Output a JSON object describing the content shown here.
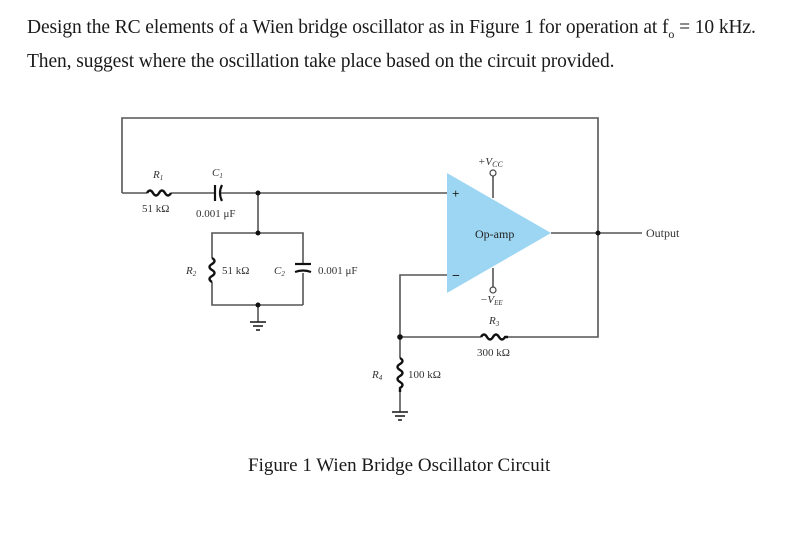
{
  "question": {
    "text_part1": "Design the RC elements of a Wien bridge oscillator as in Figure 1 for operation at f",
    "subscript": "o",
    "text_part2": " = 10 kHz. Then, suggest where the oscillation take place based on the circuit provided."
  },
  "figure": {
    "caption": "Figure 1 Wien Bridge Oscillator Circuit",
    "colors": {
      "opamp_fill": "#9dd6f2",
      "wire": "#555555"
    },
    "components": {
      "R1": {
        "name": "R",
        "sub": "1",
        "value": "51 kΩ"
      },
      "C1": {
        "name": "C",
        "sub": "1",
        "value": "0.001 μF"
      },
      "R2": {
        "name": "R",
        "sub": "2",
        "value": "51 kΩ"
      },
      "C2": {
        "name": "C",
        "sub": "2",
        "value": "0.001 μF"
      },
      "R3": {
        "name": "R",
        "sub": "3",
        "value": "300 kΩ"
      },
      "R4": {
        "name": "R",
        "sub": "4",
        "value": "100 kΩ"
      }
    },
    "opamp": {
      "label": "Op-amp",
      "plus": "+",
      "minus": "−",
      "vcc": {
        "prefix": "+V",
        "sub": "CC"
      },
      "vee": {
        "prefix": "−V",
        "sub": "EE"
      }
    },
    "output_label": "Output"
  }
}
